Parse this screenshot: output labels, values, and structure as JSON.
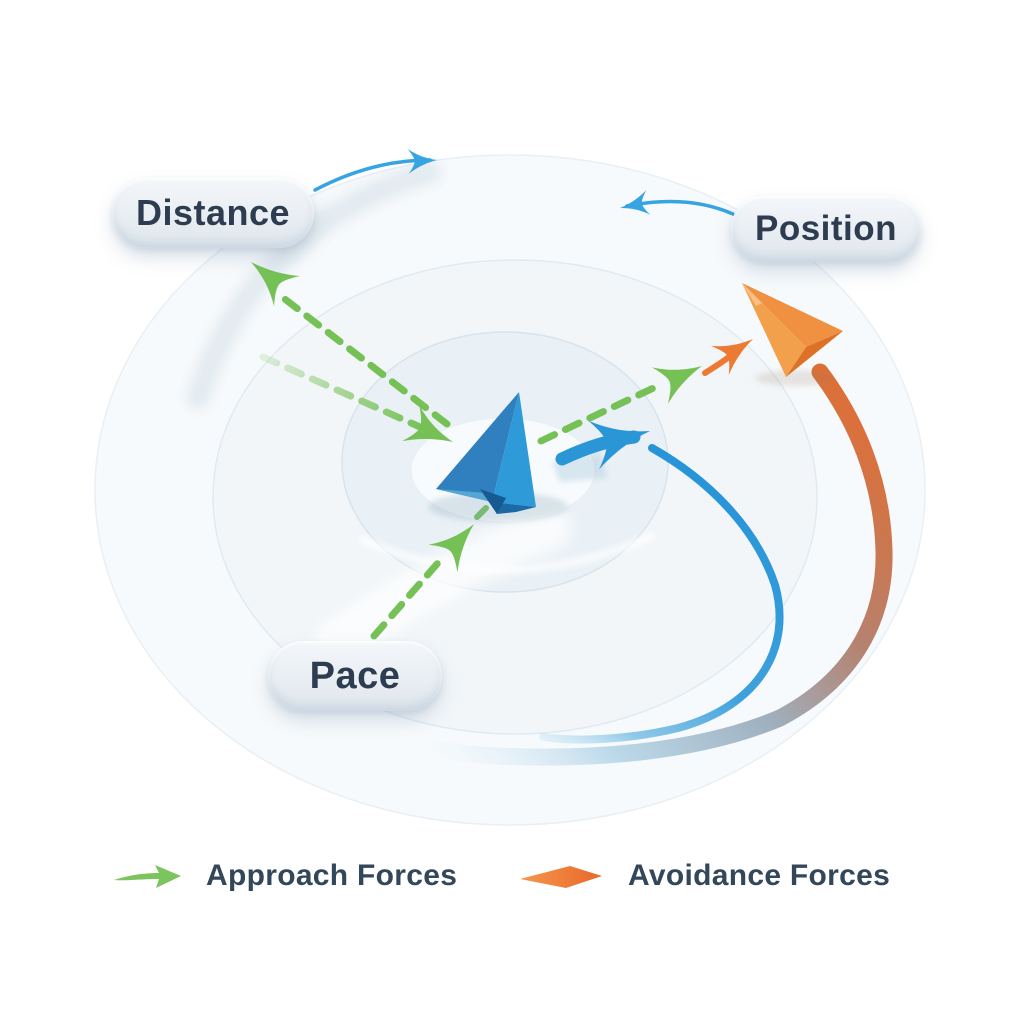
{
  "labels": {
    "distance": "Distance",
    "position": "Position",
    "pace": "Pace"
  },
  "legend": {
    "approach": "Approach Forces",
    "avoidance": "Avoidance Forces"
  },
  "colors": {
    "approach_green": "#76c156",
    "avoidance_orange": "#ec7a33",
    "agent_blue": "#2b96d6",
    "orbit_blue": "#36a3e2",
    "label_text": "#2d3c50",
    "pill_background": "#eaf0f5",
    "ring_fill": "#f2f6f9"
  }
}
